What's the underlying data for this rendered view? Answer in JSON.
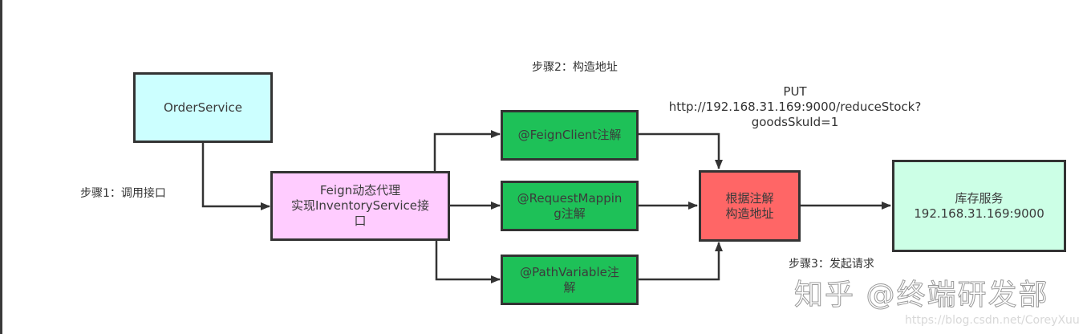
{
  "colors": {
    "order_service": "#ccffff",
    "feign_proxy": "#ffccff",
    "annotation": "#1ec158",
    "build_address": "#ff6666",
    "inventory_service": "#ccffe6",
    "border": "#333333"
  },
  "nodes": {
    "order_service": {
      "lines": [
        "OrderService"
      ]
    },
    "feign_proxy": {
      "lines": [
        "Feign动态代理",
        "实现InventoryService接",
        "口"
      ]
    },
    "feign_client": {
      "lines": [
        "@FeignClient注解"
      ]
    },
    "request_mapping": {
      "lines": [
        "@RequestMappin",
        "g注解"
      ]
    },
    "path_variable": {
      "lines": [
        "@PathVariable注",
        "解"
      ]
    },
    "build_address": {
      "lines": [
        "根据注解",
        "构造地址"
      ]
    },
    "inventory_service": {
      "lines": [
        "库存服务",
        "192.168.31.169:9000"
      ]
    }
  },
  "labels": {
    "step1": "步骤1：调用接口",
    "step2": "步骤2：构造地址",
    "step3": "步骤3：发起请求",
    "request": [
      "PUT",
      "http://192.168.31.169:9000/reduceStock?",
      "goodsSkuId=1"
    ]
  },
  "watermark": {
    "zhihu": "知乎 @终端研发部",
    "csdn": "https://blog.csdn.net/CoreyXuu"
  },
  "edges": [
    {
      "from": "order_service",
      "to": "feign_proxy"
    },
    {
      "from": "feign_proxy",
      "to": "feign_client"
    },
    {
      "from": "feign_proxy",
      "to": "request_mapping"
    },
    {
      "from": "feign_proxy",
      "to": "path_variable"
    },
    {
      "from": "feign_client",
      "to": "build_address"
    },
    {
      "from": "request_mapping",
      "to": "build_address"
    },
    {
      "from": "path_variable",
      "to": "build_address"
    },
    {
      "from": "build_address",
      "to": "inventory_service"
    }
  ]
}
